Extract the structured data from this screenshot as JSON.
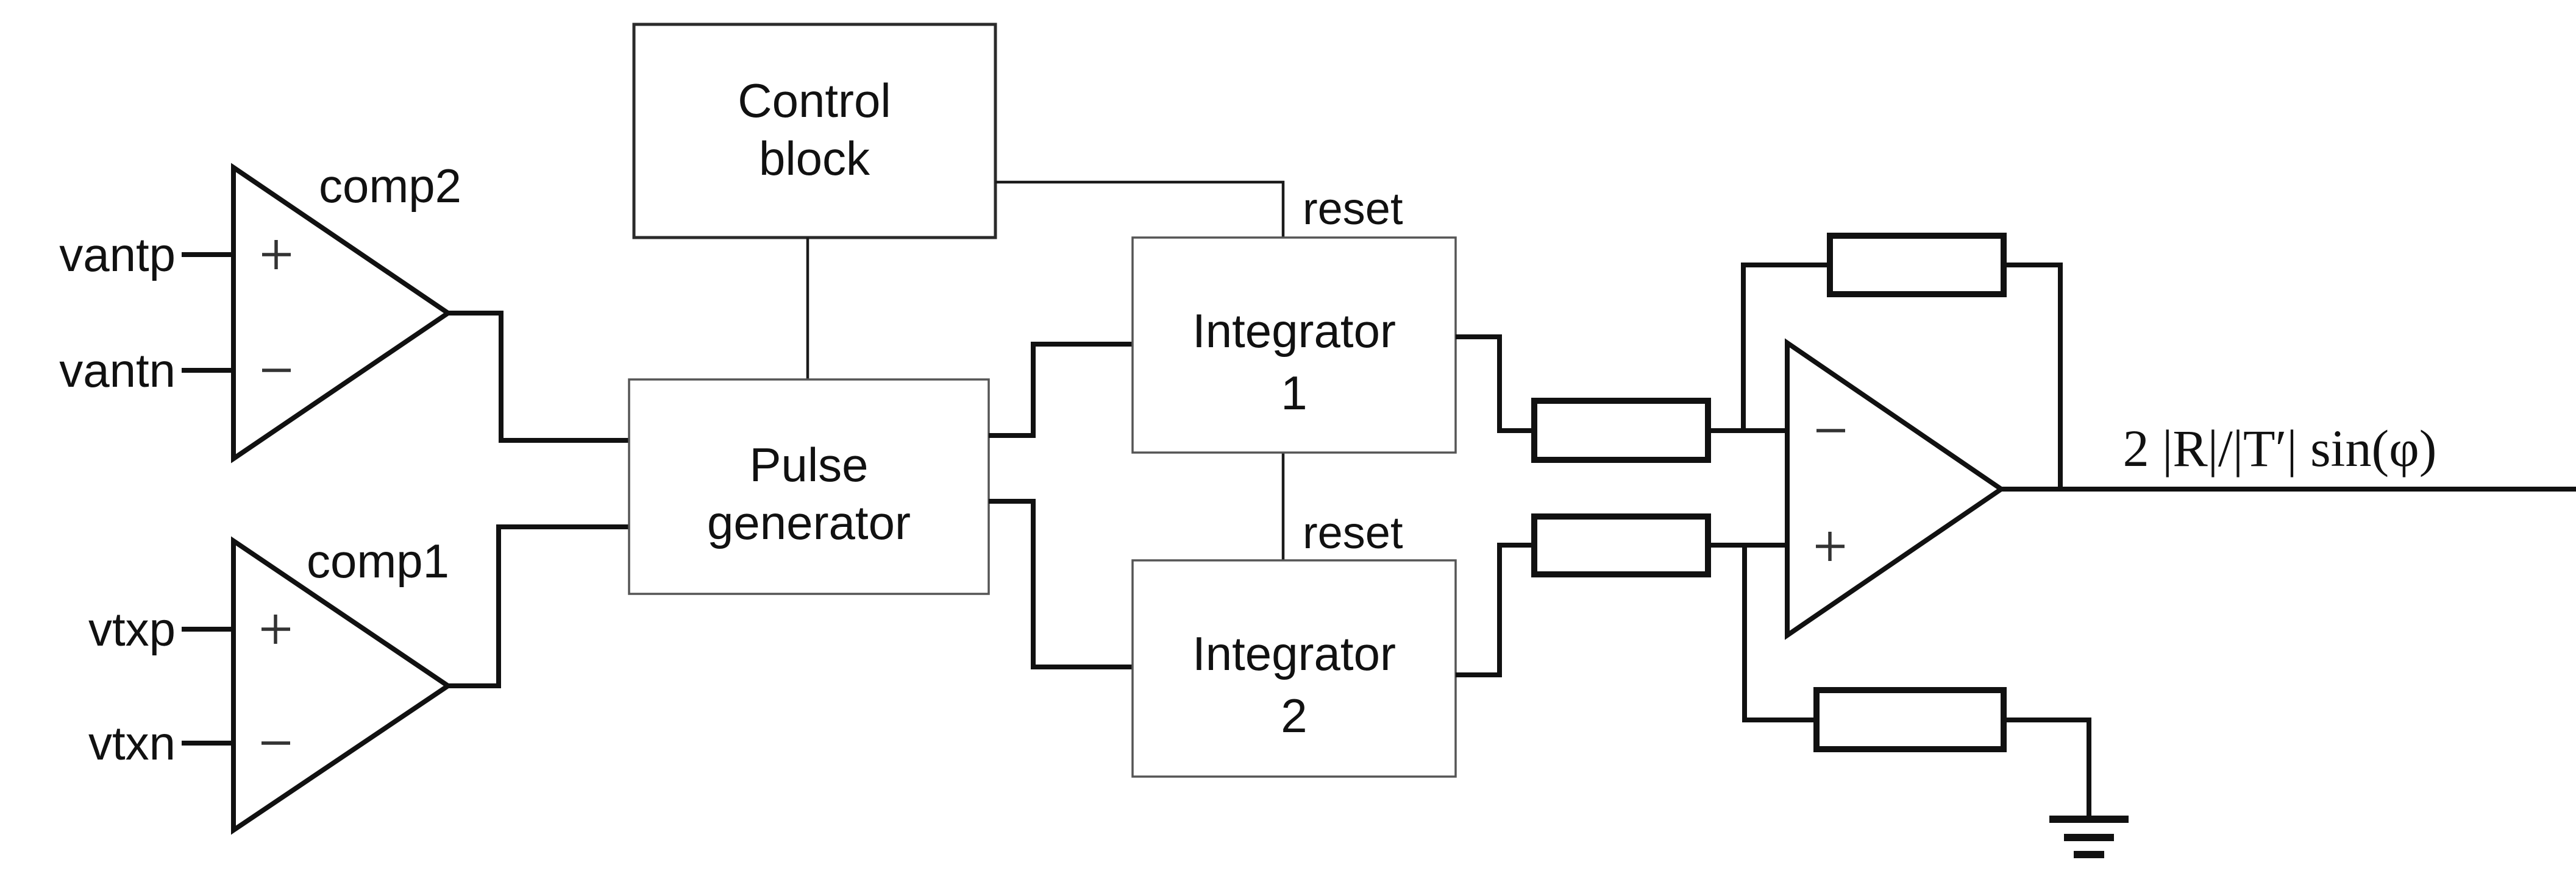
{
  "diagram": {
    "title": "phase-detector block diagram",
    "colors": {
      "background": "#ffffff",
      "line": "#111111",
      "block_border": "#555555"
    },
    "inputs": {
      "vantp": "vantp",
      "vantn": "vantn",
      "vtxp": "vtxp",
      "vtxn": "vtxn"
    },
    "comparators": {
      "comp2_label": "comp2",
      "comp1_label": "comp1",
      "plus": "+",
      "minus": "−"
    },
    "blocks": {
      "control": {
        "line1": "Control",
        "line2": "block"
      },
      "pulse": {
        "line1": "Pulse",
        "line2": "generator"
      },
      "integrator1": {
        "line1": "Integrator",
        "line2": "1"
      },
      "integrator2": {
        "line1": "Integrator",
        "line2": "2"
      }
    },
    "signals": {
      "reset1": "reset",
      "reset2": "reset"
    },
    "opamp": {
      "minus": "−",
      "plus": "+"
    },
    "output_label": "2 |R|/|T′| sin(φ)"
  }
}
